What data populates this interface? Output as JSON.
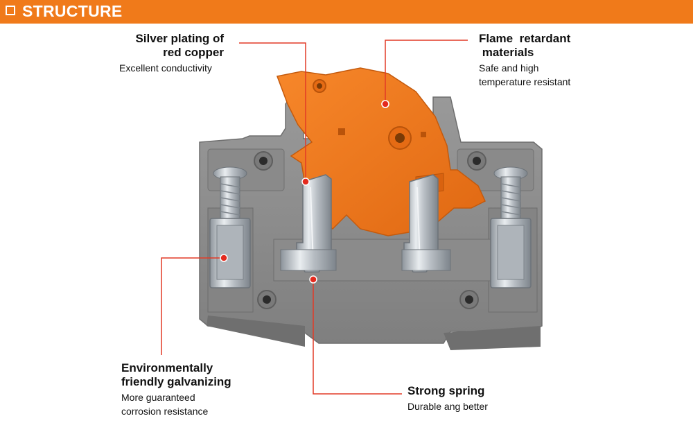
{
  "header": {
    "title": "STRUCTURE",
    "accent_color": "#f07a1a",
    "icon": "square-outline-icon"
  },
  "callouts": {
    "silver": {
      "title_line1": "Silver plating of",
      "title_line2": "red copper",
      "desc": "Excellent conductivity"
    },
    "flame": {
      "title_line1": "Flame  retardant",
      "title_line2": " materials",
      "desc_line1": "Safe and high",
      "desc_line2": "temperature resistant"
    },
    "galvanizing": {
      "title_line1": "Environmentally",
      "title_line2": "friendly galvanizing",
      "desc_line1": "More guaranteed",
      "desc_line2": "corrosion resistance"
    },
    "spring": {
      "title": "Strong spring",
      "desc": "Durable ang better"
    }
  },
  "colors": {
    "leader_line": "#e23a26",
    "housing_gray": "#8e8e8e",
    "lever_orange": "#f07a22",
    "metal_silver": "#c9ced3"
  }
}
